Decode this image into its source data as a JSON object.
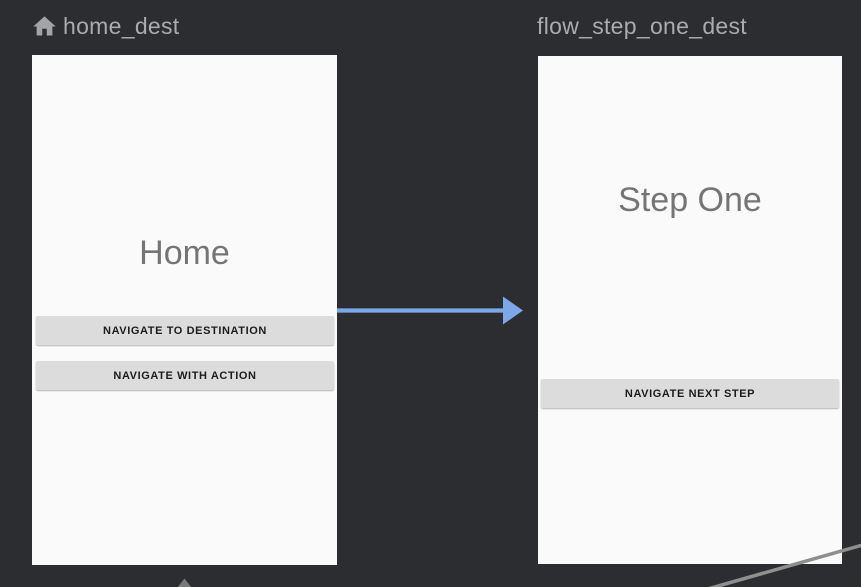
{
  "editor": {
    "type": "navigation-graph-view"
  },
  "colors": {
    "background": "#2b2d30",
    "card_background": "#fafafa",
    "header_text": "#a9abad",
    "screen_title_text": "#757575",
    "button_background": "#dcdcdc",
    "button_text": "#1c1c1c",
    "action_arrow_blue": "#7ca7e8",
    "edge_line_gray": "#8f8f8f"
  },
  "icons": {
    "start_destination": "home-icon"
  },
  "destinations": [
    {
      "label": "home_dest",
      "title": "Home",
      "buttons": [
        "NAVIGATE TO DESTINATION",
        "NAVIGATE WITH ACTION"
      ]
    },
    {
      "label": "flow_step_one_dest",
      "title": "Step One",
      "buttons": [
        "NAVIGATE NEXT STEP"
      ]
    }
  ],
  "edges": [
    {
      "from": "home_dest",
      "to": "flow_step_one_dest",
      "style": "blue-arrow"
    },
    {
      "from": "flow_step_one_dest",
      "to": "offscreen-bottom-right",
      "style": "gray-line"
    },
    {
      "from": "offscreen-bottom",
      "to": "home_dest",
      "style": "gray-arrowhead"
    }
  ]
}
